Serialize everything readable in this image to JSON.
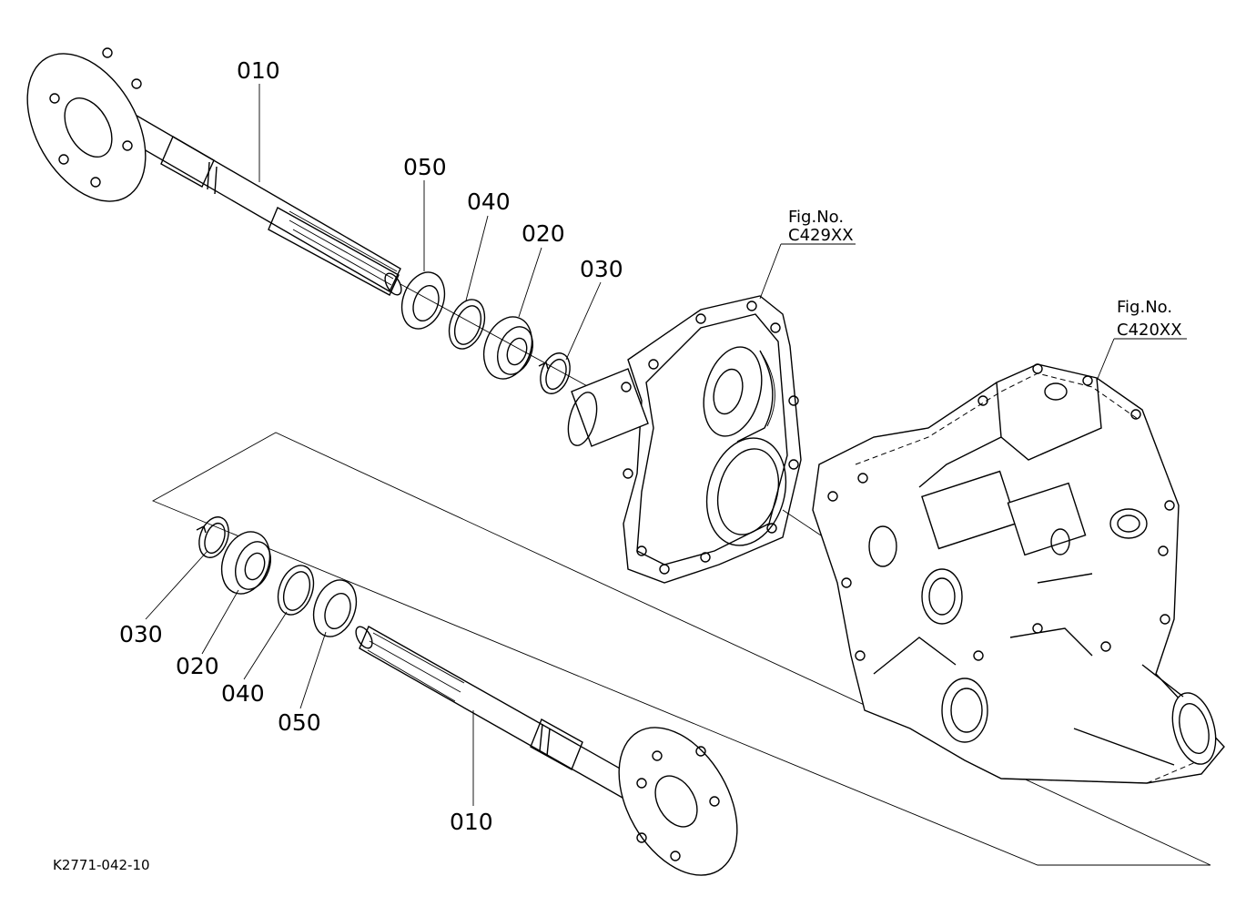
{
  "labels": {
    "top_shaft": "010",
    "top_seal": "050",
    "top_circlip_040": "040",
    "top_bearing": "020",
    "top_circlip_030": "030",
    "bottom_circlip_030": "030",
    "bottom_bearing": "020",
    "bottom_circlip_040": "040",
    "bottom_seal": "050",
    "bottom_shaft": "010"
  },
  "fig_refs": {
    "gear_case": {
      "line1": "Fig.No.",
      "line2": "C429XX"
    },
    "transmission_case": {
      "line1": "Fig.No.",
      "line2": "C420XX"
    }
  },
  "diagram_code": "K2771-042-10"
}
